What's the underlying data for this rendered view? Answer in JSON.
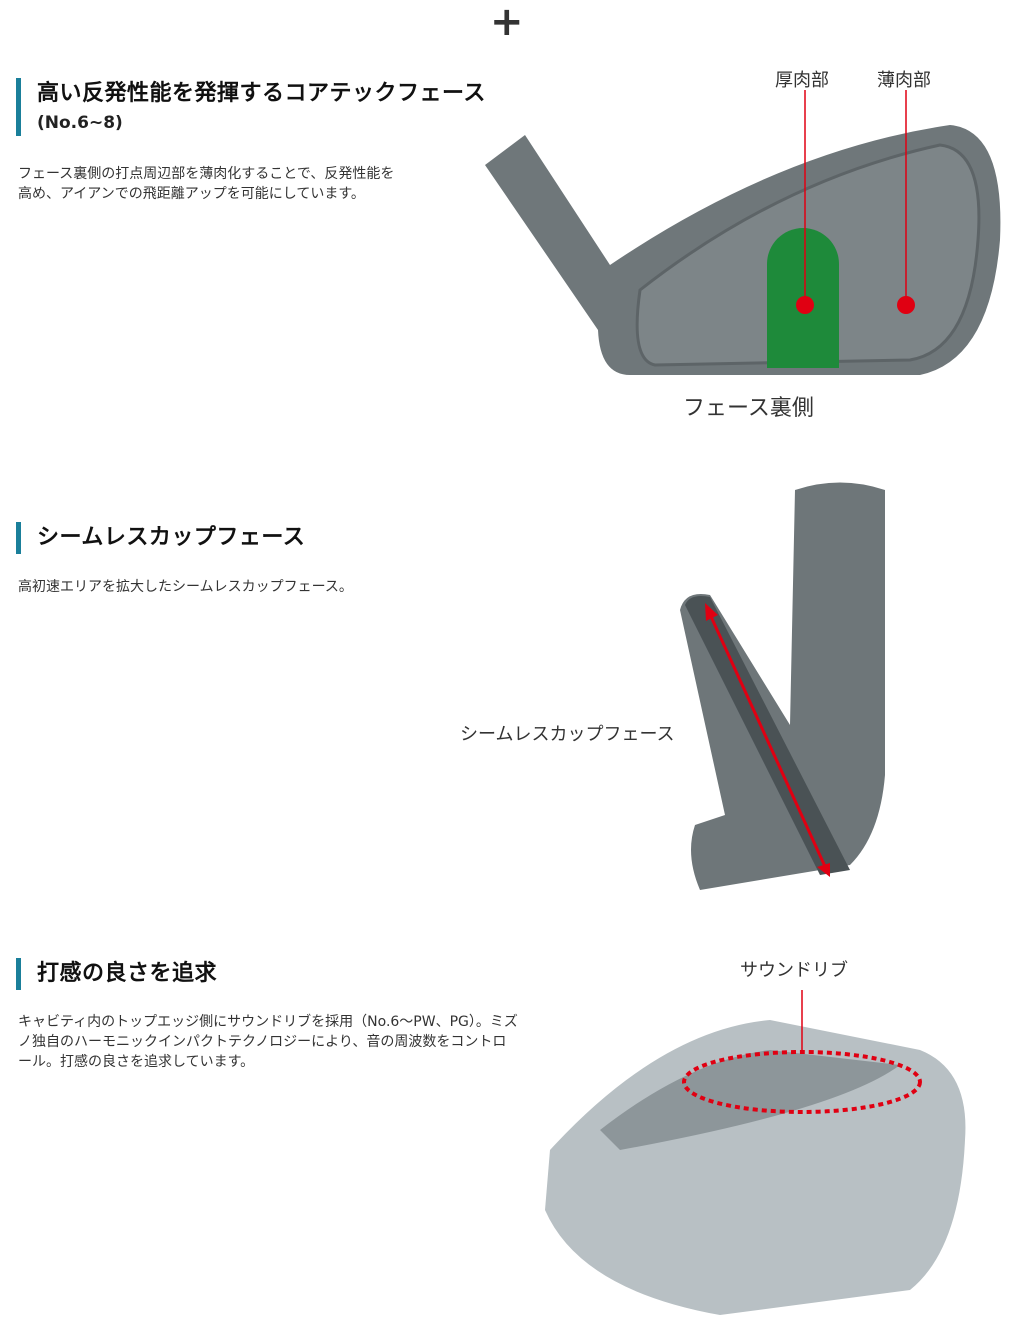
{
  "divider_icon": "plus-icon",
  "sections": [
    {
      "title": "高い反発性能を発揮するコアテックフェース",
      "subtitle": "(No.6~8)",
      "description": "フェース裏側の打点周辺部を薄肉化することで、反発性能を高め、アイアンでの飛距離アップを可能にしています。",
      "labels": {
        "thick": "厚肉部",
        "thin": "薄肉部",
        "caption": "フェース裏側"
      }
    },
    {
      "title": "シームレスカップフェース",
      "description": "高初速エリアを拡大したシームレスカップフェース。",
      "labels": {
        "caption": "シームレスカップフェース"
      }
    },
    {
      "title": "打感の良さを追求",
      "description": "キャビティ内のトップエッジ側にサウンドリブを採用（No.6～PW、PG）。ミズノ独自のハーモニックインパクトテクノロジーにより、音の周波数をコントロール。打感の良さを追求しています。",
      "labels": {
        "caption": "サウンドリブ"
      }
    }
  ],
  "colors": {
    "accent": "#1a7f9a",
    "marker": "#e00012",
    "thick_zone": "#1e8a3a"
  }
}
